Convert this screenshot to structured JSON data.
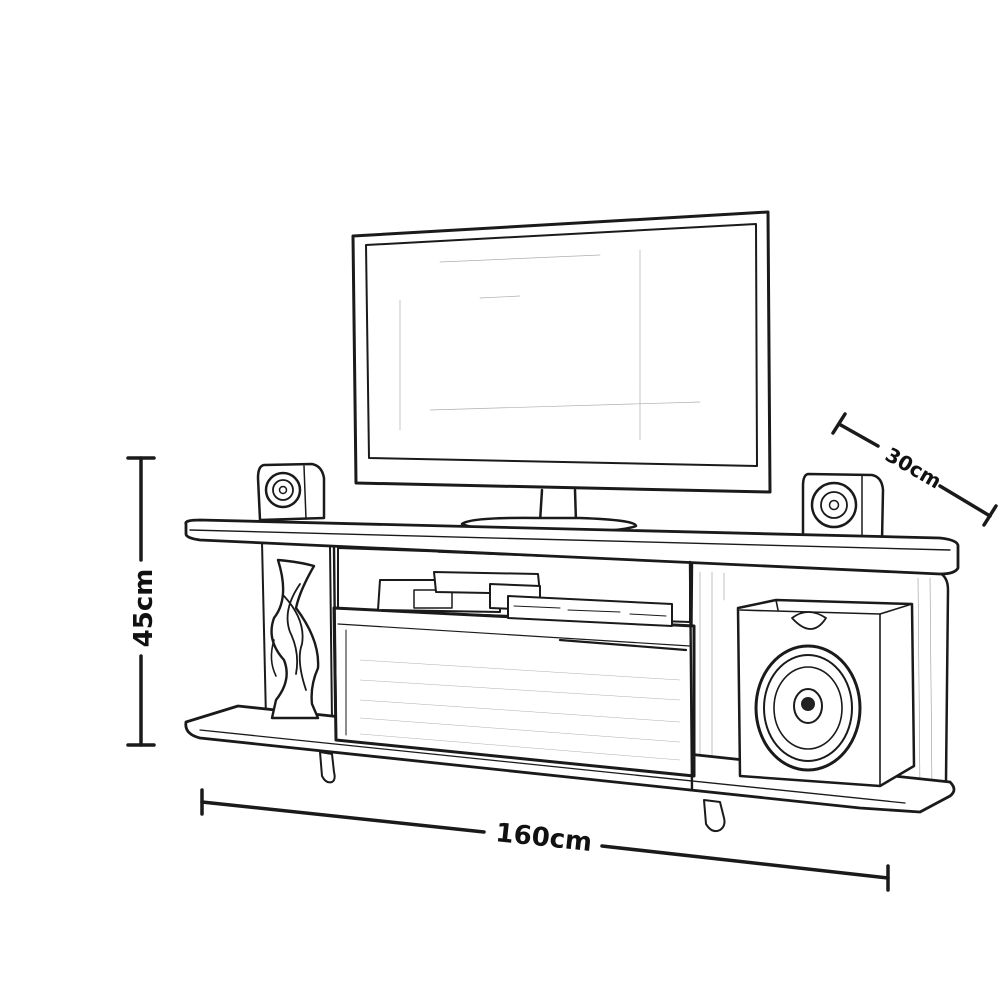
{
  "dimensions": {
    "height_label": "45cm",
    "width_label": "160cm",
    "depth_label": "30cm"
  }
}
